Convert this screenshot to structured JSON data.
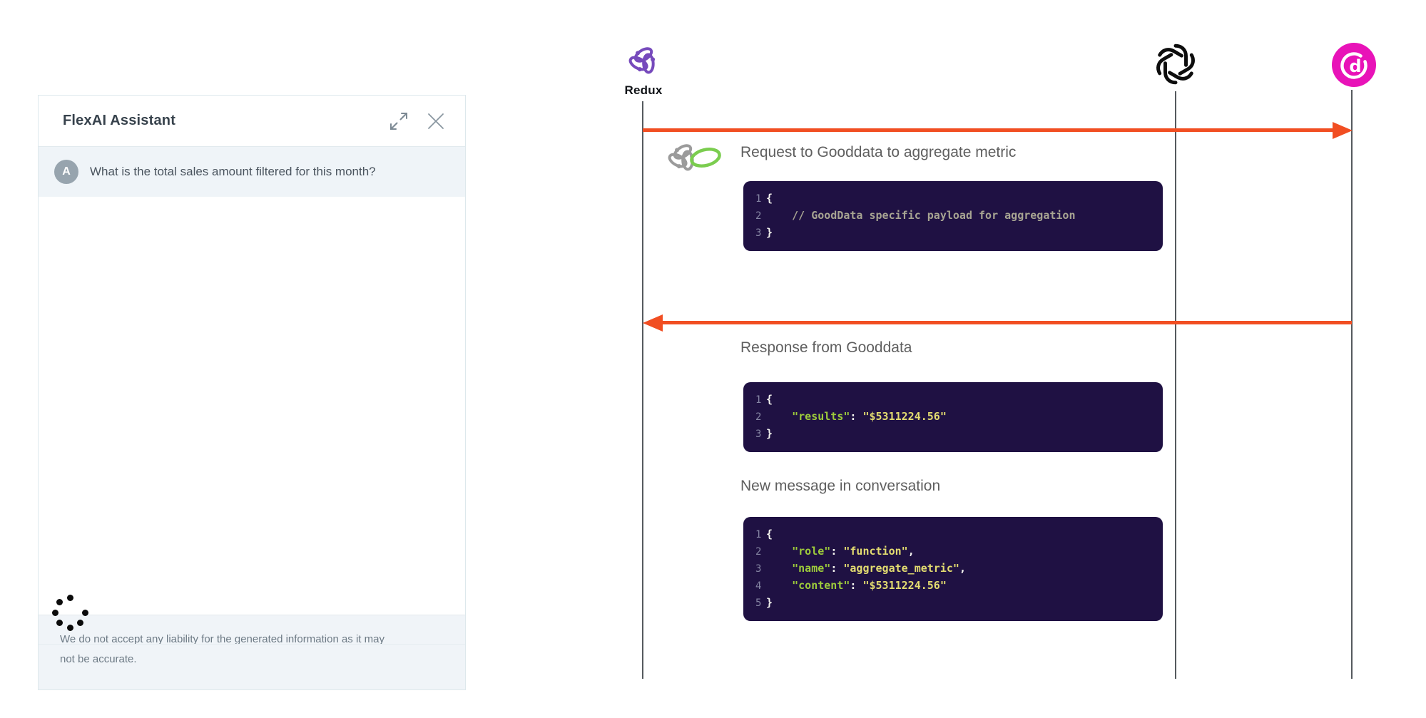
{
  "chat_panel": {
    "title": "FlexAI Assistant",
    "icons": {
      "expand": "expand-icon",
      "close": "close-icon"
    },
    "message": {
      "avatar_initial": "A",
      "text": "What is the total sales amount filtered for this month?"
    },
    "status": "loading-spinner",
    "disclaimer": "We do not accept any liability for the generated information as it may not be accurate."
  },
  "diagram": {
    "actors": [
      {
        "id": "redux",
        "label": "Redux",
        "color": "#764abc"
      },
      {
        "id": "openai",
        "label": "",
        "color": "#0d0d0d"
      },
      {
        "id": "gooddata",
        "label": "",
        "color": "#e813b8"
      }
    ],
    "arrow_color": "#f14e22",
    "code_colors": {
      "background": "#1f1143",
      "key": "#9dcb3b",
      "string": "#e3dc70",
      "comment": "#a7a492",
      "line_number": "#8585a3"
    },
    "steps": [
      {
        "label": "Request to Gooddata to aggregate metric",
        "code": [
          {
            "num": "1",
            "tokens": [
              {
                "c": "plain",
                "s": "{"
              }
            ]
          },
          {
            "num": "2",
            "tokens": [
              {
                "c": "comment",
                "s": "    // GoodData specific payload for aggregation"
              }
            ]
          },
          {
            "num": "3",
            "tokens": [
              {
                "c": "plain",
                "s": "}"
              }
            ]
          }
        ]
      },
      {
        "label": "Response from Gooddata",
        "code": [
          {
            "num": "1",
            "tokens": [
              {
                "c": "plain",
                "s": "{"
              }
            ]
          },
          {
            "num": "2",
            "tokens": [
              {
                "c": "key",
                "s": "    \"results\""
              },
              {
                "c": "plain",
                "s": ": "
              },
              {
                "c": "str",
                "s": "\"$5311224.56\""
              }
            ]
          },
          {
            "num": "3",
            "tokens": [
              {
                "c": "plain",
                "s": "}"
              }
            ]
          }
        ]
      },
      {
        "label": "New message in conversation",
        "code": [
          {
            "num": "1",
            "tokens": [
              {
                "c": "plain",
                "s": "{"
              }
            ]
          },
          {
            "num": "2",
            "tokens": [
              {
                "c": "key",
                "s": "    \"role\""
              },
              {
                "c": "plain",
                "s": ": "
              },
              {
                "c": "str",
                "s": "\"function\""
              },
              {
                "c": "plain",
                "s": ","
              }
            ]
          },
          {
            "num": "3",
            "tokens": [
              {
                "c": "key",
                "s": "    \"name\""
              },
              {
                "c": "plain",
                "s": ": "
              },
              {
                "c": "str",
                "s": "\"aggregate_metric\""
              },
              {
                "c": "plain",
                "s": ","
              }
            ]
          },
          {
            "num": "4",
            "tokens": [
              {
                "c": "key",
                "s": "    \"content\""
              },
              {
                "c": "plain",
                "s": ": "
              },
              {
                "c": "str",
                "s": "\"$5311224.56\""
              }
            ]
          },
          {
            "num": "5",
            "tokens": [
              {
                "c": "plain",
                "s": "}"
              }
            ]
          }
        ]
      }
    ]
  }
}
